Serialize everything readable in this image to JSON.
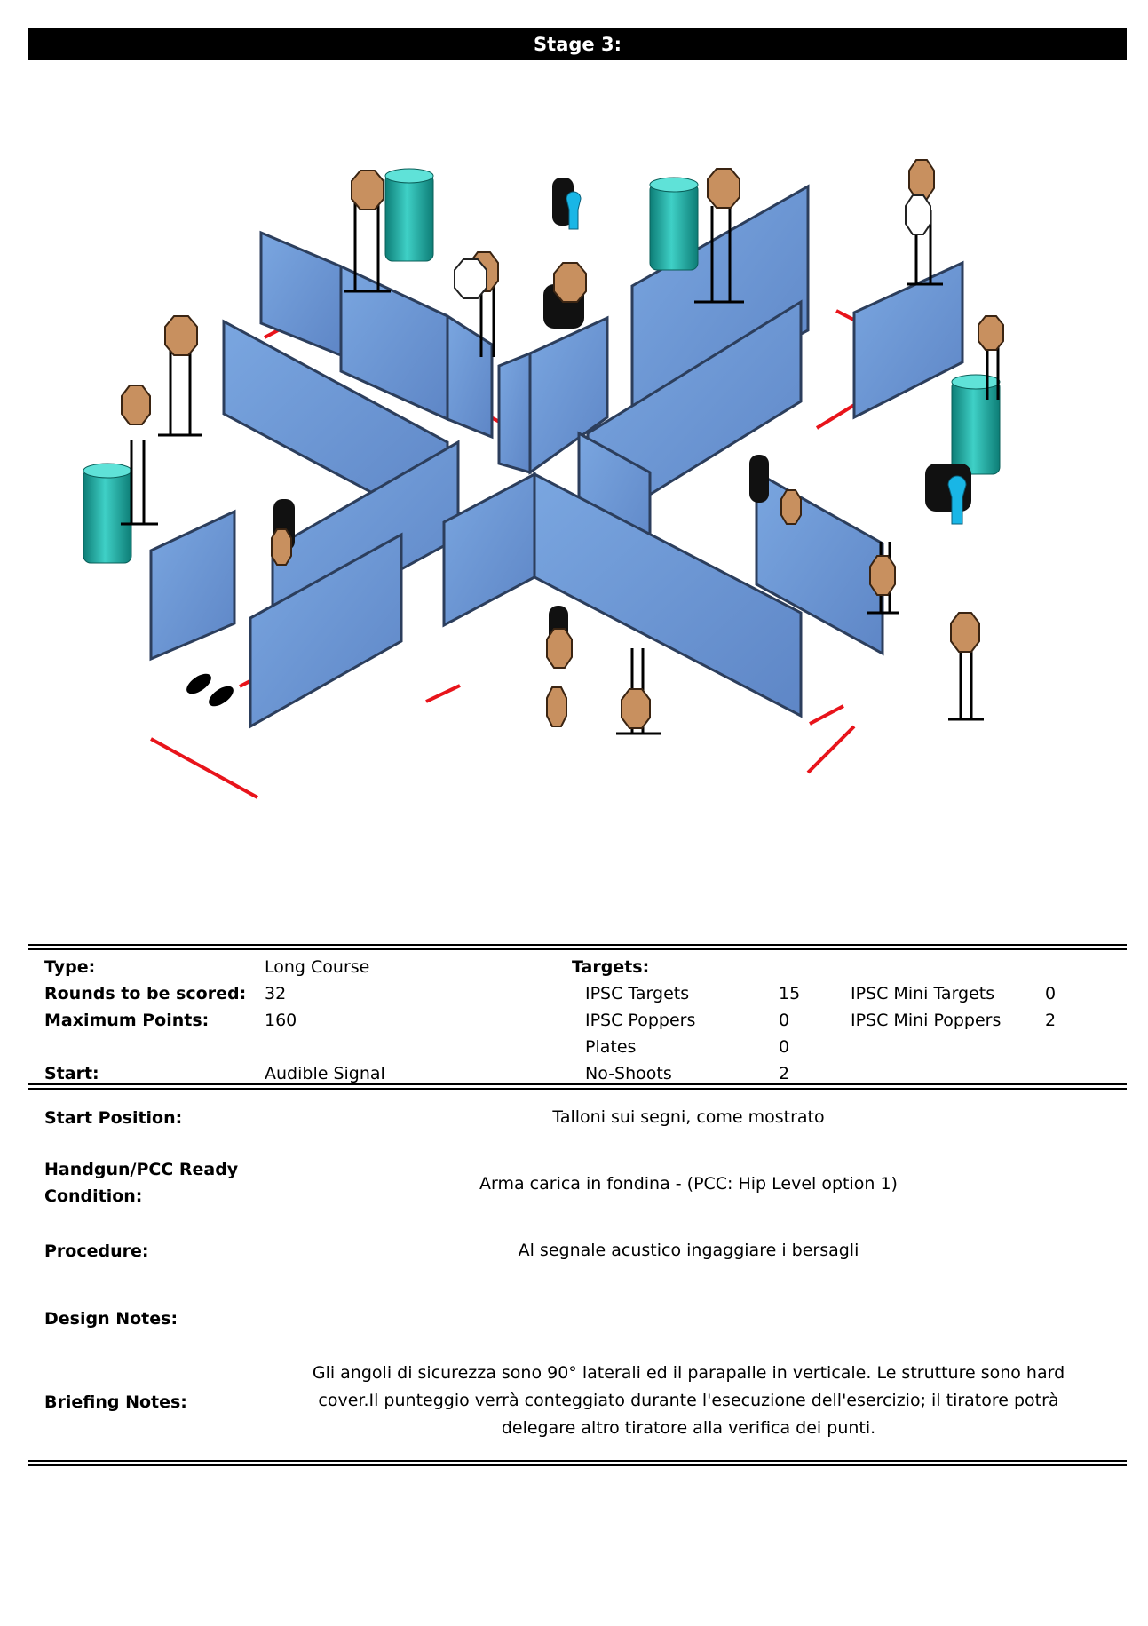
{
  "title": "Stage 3:",
  "summary": {
    "type_label": "Type:",
    "type_value": "Long Course",
    "rounds_label": "Rounds to be scored:",
    "rounds_value": "32",
    "points_label": "Maximum Points:",
    "points_value": "160",
    "start_label": "Start:",
    "start_value": "Audible Signal",
    "targets_label": "Targets:",
    "targets": [
      {
        "label": "IPSC Targets",
        "value": "15"
      },
      {
        "label": "IPSC Poppers",
        "value": "0"
      },
      {
        "label": "Plates",
        "value": "0"
      },
      {
        "label": "No-Shoots",
        "value": "2"
      }
    ],
    "mini_targets": [
      {
        "label": "IPSC Mini Targets",
        "value": "0"
      },
      {
        "label": "IPSC Mini Poppers",
        "value": "2"
      }
    ]
  },
  "details": {
    "start_position_label": "Start Position:",
    "start_position_value": "Talloni sui segni, come mostrato",
    "ready_label_1": "Handgun/PCC Ready",
    "ready_label_2": "Condition:",
    "ready_value": "Arma carica in fondina - (PCC: Hip Level option 1)",
    "procedure_label": "Procedure:",
    "procedure_value": "Al segnale acustico ingaggiare i bersagli",
    "design_label": "Design Notes:",
    "briefing_label": "Briefing Notes:",
    "briefing_line_1": "Gli angoli di sicurezza sono 90° laterali ed il parapalle in verticale. Le strutture sono hard",
    "briefing_line_2": "cover.Il punteggio verrà conteggiato durante l'esecuzione dell'esercizio; il tiratore potrà",
    "briefing_line_3": "delegare altro tiratore alla verifica  dei punti."
  },
  "colors": {
    "wall": "#6f9bd8",
    "wall_edge": "#2c3e5c",
    "fault_line": "#e8141b",
    "target": "#c8905f",
    "barrel": "#1aa39a",
    "popper": "#19b6e6"
  }
}
